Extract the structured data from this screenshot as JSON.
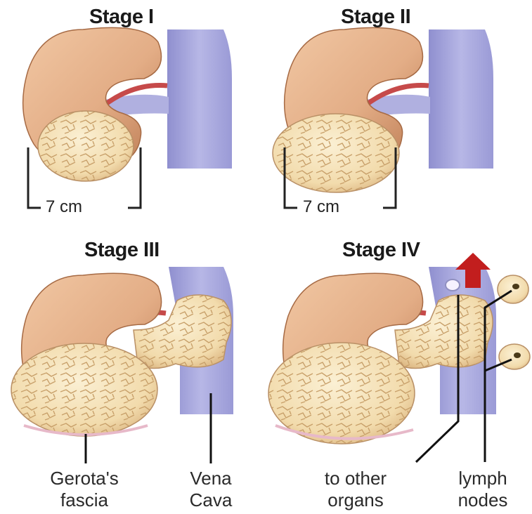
{
  "stages": [
    {
      "title": "Stage I",
      "measure": "7 cm"
    },
    {
      "title": "Stage II",
      "measure": "7 cm"
    },
    {
      "title": "Stage III"
    },
    {
      "title": "Stage IV"
    }
  ],
  "labels": {
    "gerota_line1": "Gerota's",
    "gerota_line2": "fascia",
    "vena_line1": "Vena",
    "vena_line2": "Cava",
    "organs_line1": "to other",
    "organs_line2": "organs",
    "lymph_line1": "lymph",
    "lymph_line2": "nodes"
  },
  "colors": {
    "kidney": "#e3ad86",
    "tumor": "#f4dfb4",
    "vein": "#a8a8dc",
    "vessel_red": "#c64a4a",
    "arrow": "#c21e1e"
  }
}
